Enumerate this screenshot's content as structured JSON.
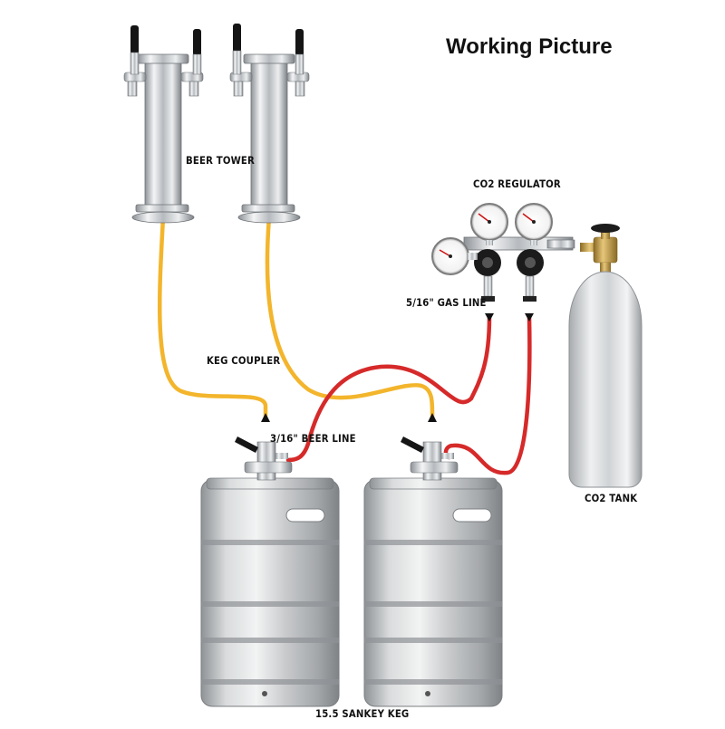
{
  "title": "Working Picture",
  "labels": {
    "beer_tower": "BEER TOWER",
    "co2_regulator": "CO2 REGULATOR",
    "gas_line": "5/16\" GAS LINE",
    "keg_coupler": "KEG COUPLER",
    "beer_line": "3/16\" BEER LINE",
    "co2_tank": "CO2 TANK",
    "sankey_keg": "15.5 SANKEY KEG"
  },
  "colors": {
    "beer_line": "#f3b52c",
    "gas_line": "#d62a2a",
    "steel": "#c9ccce",
    "aluminum": "#d9dbdd",
    "brass": "#c9a24a",
    "background": "#ffffff"
  },
  "icons": [
    "tap-handle-icon",
    "regulator-gauge-icon",
    "co2-tank-icon",
    "keg-icon"
  ]
}
